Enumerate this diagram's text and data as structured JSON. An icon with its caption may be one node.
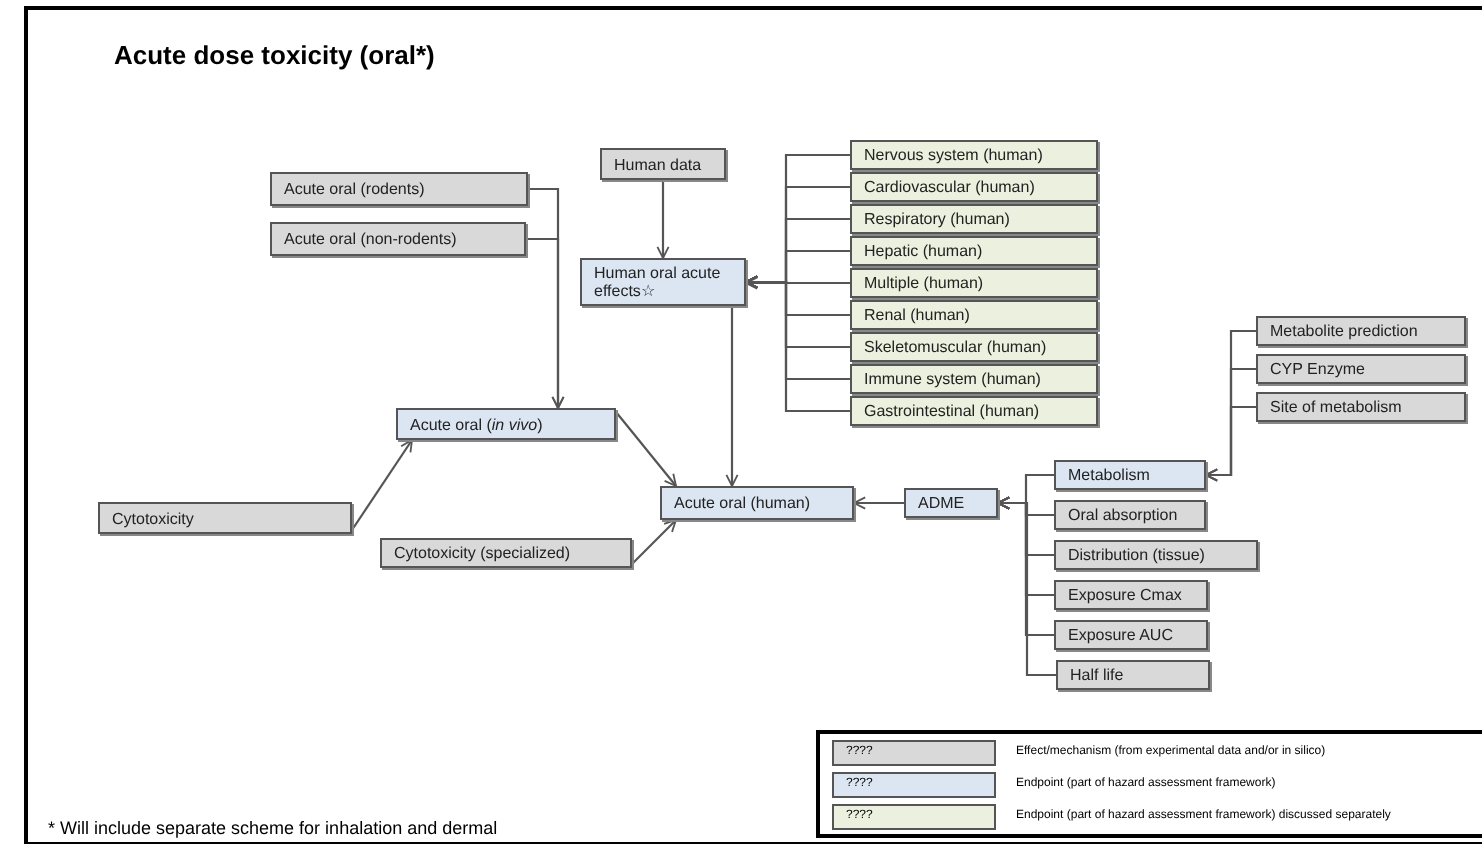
{
  "diagram": {
    "title": "Acute dose toxicity (oral*)",
    "nodes": [
      {
        "text": [
          "Acute oral (rodents)"
        ]
      },
      {
        "text": [
          "Acute oral (non-rodents)"
        ]
      },
      {
        "text": [
          "Human data"
        ]
      },
      {
        "text": [
          "Human oral acute effects☆"
        ]
      },
      {
        "text": [
          "Nervous system (human)"
        ]
      },
      {
        "text": [
          "Cardiovascular (human)"
        ]
      },
      {
        "text": [
          "Respiratory (human)"
        ]
      },
      {
        "text": [
          "Hepatic (human)"
        ]
      },
      {
        "text": [
          "Multiple (human)"
        ]
      },
      {
        "text": [
          "Renal (human)"
        ]
      },
      {
        "text": [
          "Skeletomuscular (human)"
        ]
      },
      {
        "text": [
          "Immune system (human)"
        ]
      },
      {
        "text": [
          "Gastrointestinal (human)"
        ]
      },
      {
        "text": [
          "Metabolite prediction"
        ]
      },
      {
        "text": [
          "CYP Enzyme"
        ]
      },
      {
        "text": [
          "Site of metabolism"
        ]
      },
      {
        "text": [
          "Acute oral (*in vivo*)"
        ]
      },
      {
        "text": [
          "Cytotoxicity"
        ]
      },
      {
        "text": [
          "Cytotoxicity (specialized)"
        ]
      },
      {
        "text": [
          "Acute oral (human)"
        ]
      },
      {
        "text": [
          "ADME"
        ]
      },
      {
        "text": [
          "Metabolism"
        ]
      },
      {
        "text": [
          "Oral absorption"
        ]
      },
      {
        "text": [
          "Distribution (tissue)"
        ]
      },
      {
        "text": [
          "Exposure Cmax"
        ]
      },
      {
        "text": [
          "Exposure AUC"
        ]
      },
      {
        "text": [
          "Half life"
        ]
      }
    ],
    "edges": [
      {
        "from": 0,
        "to": 16,
        "arrow": "to"
      },
      {
        "from": 1,
        "to": 16,
        "arrow": "to"
      },
      {
        "from": 2,
        "to": 3,
        "arrow": "to"
      },
      {
        "from": 4,
        "to": 3,
        "arrow": "to"
      },
      {
        "from": 5,
        "to": 3,
        "arrow": "to"
      },
      {
        "from": 6,
        "to": 3,
        "arrow": "to"
      },
      {
        "from": 7,
        "to": 3,
        "arrow": "to"
      },
      {
        "from": 8,
        "to": 3,
        "arrow": "to"
      },
      {
        "from": 9,
        "to": 3,
        "arrow": "to"
      },
      {
        "from": 10,
        "to": 3,
        "arrow": "to"
      },
      {
        "from": 11,
        "to": 3,
        "arrow": "to"
      },
      {
        "from": 12,
        "to": 3,
        "arrow": "to"
      },
      {
        "from": 13,
        "to": 21,
        "arrow": "to"
      },
      {
        "from": 14,
        "to": 21,
        "arrow": "to"
      },
      {
        "from": 15,
        "to": 21,
        "arrow": "to"
      },
      {
        "from": 17,
        "to": 16,
        "arrow": "to"
      },
      {
        "from": 16,
        "to": 19,
        "arrow": "to"
      },
      {
        "from": 18,
        "to": 19,
        "arrow": "to"
      },
      {
        "from": 3,
        "to": 19,
        "arrow": "to"
      },
      {
        "from": 20,
        "to": 19,
        "arrow": "to"
      },
      {
        "from": 21,
        "to": 20,
        "arrow": "to"
      },
      {
        "from": 22,
        "to": 20,
        "arrow": "to"
      },
      {
        "from": 23,
        "to": 20,
        "arrow": "to"
      },
      {
        "from": 24,
        "to": 20,
        "arrow": "to"
      },
      {
        "from": 25,
        "to": 20,
        "arrow": "to"
      },
      {
        "from": 26,
        "to": 20,
        "arrow": "to"
      }
    ],
    "labels": [
      "????",
      "????",
      "????",
      "* Will include separate scheme for inhalation and dermal"
    ],
    "legend": [
      {
        "text": "Effect/mechanism (from experimental data and/or in silico)",
        "color": "#d9d9d9"
      },
      {
        "text": "Endpoint (part of hazard assessment framework)",
        "color": "#dce6f2"
      },
      {
        "text": "Endpoint (part of hazard assessment framework) discussed separately",
        "color": "#ebf1de"
      }
    ]
  }
}
